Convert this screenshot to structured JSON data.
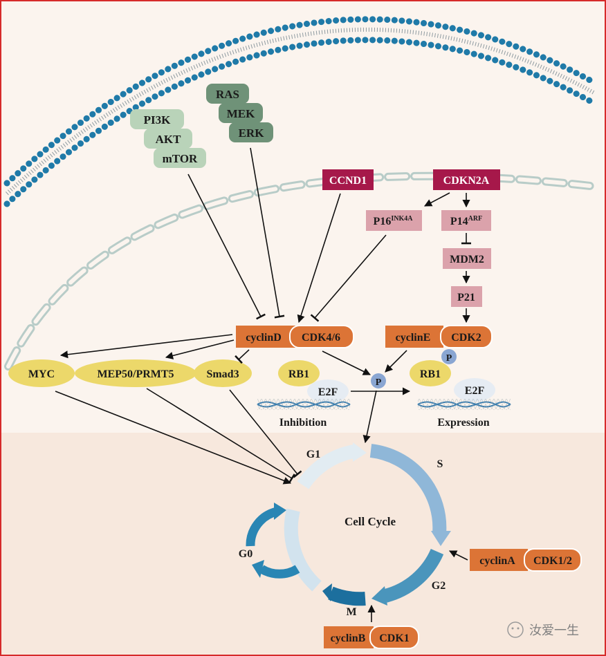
{
  "pathways": {
    "pi3k": [
      "PI3K",
      "AKT",
      "mTOR"
    ],
    "ras": [
      "RAS",
      "MEK",
      "ERK"
    ]
  },
  "genes": {
    "ccnd1": "CCND1",
    "cdkn2a": "CDKN2A",
    "p16": "P16",
    "p16_sup": "INK4A",
    "p14": "P14",
    "p14_sup": "ARF",
    "mdm2": "MDM2",
    "p21": "P21"
  },
  "complexes": {
    "cyclinD": "cyclinD",
    "cdk46": "CDK4/6",
    "cyclinE": "cyclinE",
    "cdk2": "CDK2",
    "cyclinA": "cyclinA",
    "cdk12": "CDK1/2",
    "cyclinB": "cyclinB",
    "cdk1": "CDK1"
  },
  "targets": {
    "myc": "MYC",
    "mep50": "MEP50/PRMT5",
    "smad3": "Smad3"
  },
  "rb": {
    "rb1_left": "RB1",
    "e2f_left": "E2F",
    "inhibition": "Inhibition",
    "p_center": "P",
    "p_right": "P",
    "rb1_right": "RB1",
    "e2f_right": "E2F",
    "expression": "Expression"
  },
  "cycle": {
    "title": "Cell Cycle",
    "g1": "G1",
    "s": "S",
    "g2": "G2",
    "m": "M",
    "g0": "G0"
  },
  "watermark": "汝爱一生",
  "colors": {
    "frame": "#d62a2a",
    "background_top": "#fbf4ee",
    "background_bottom": "#f7e8dd",
    "membrane": "#1f7aa8",
    "pi3k_fill": "#b9d3b9",
    "ras_fill": "#6f9278",
    "gene_dark": "#a6184a",
    "gene_light": "#dba2ab",
    "complex": "#dc7436",
    "target": "#ecd86a",
    "phospho": "#8aa6d2"
  }
}
